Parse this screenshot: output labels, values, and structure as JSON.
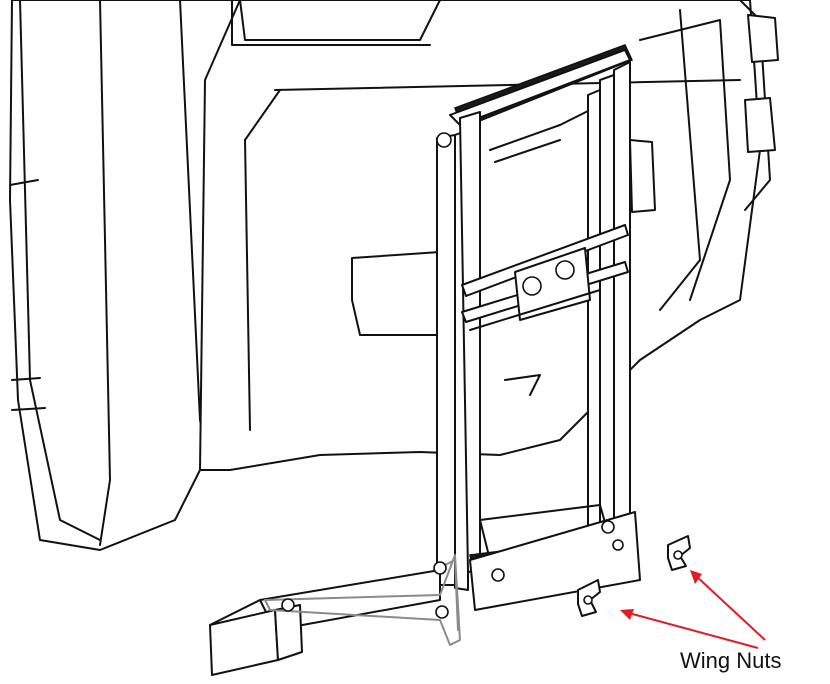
{
  "diagram": {
    "callout": {
      "label": "Wing Nuts",
      "arrow_color": "#e31b23",
      "targets": [
        "wing-nut-left",
        "wing-nut-right"
      ]
    },
    "line_color": "#111111",
    "background": "#ffffff"
  }
}
